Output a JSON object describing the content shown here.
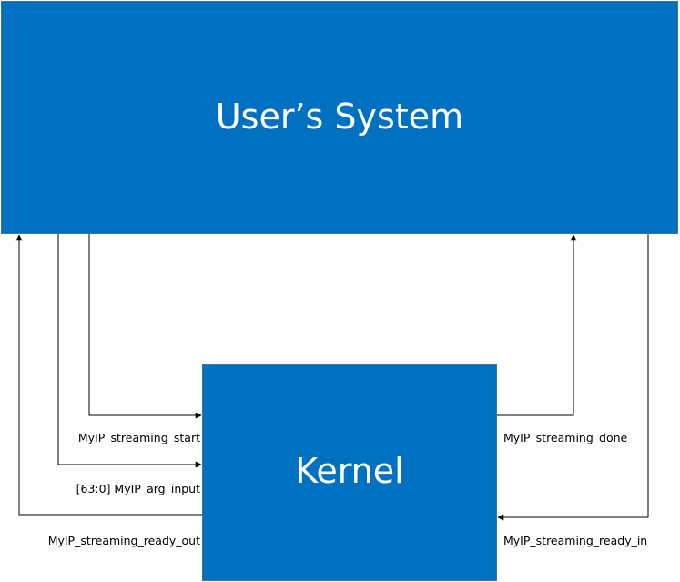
{
  "diagram": {
    "system_label": "User’s System",
    "kernel_label": "Kernel",
    "signals": {
      "start": "MyIP_streaming_start",
      "arg_input": "[63:0] MyIP_arg_input",
      "ready_out": "MyIP_streaming_ready_out",
      "done": "MyIP_streaming_done",
      "ready_in": "MyIP_streaming_ready_in"
    }
  }
}
